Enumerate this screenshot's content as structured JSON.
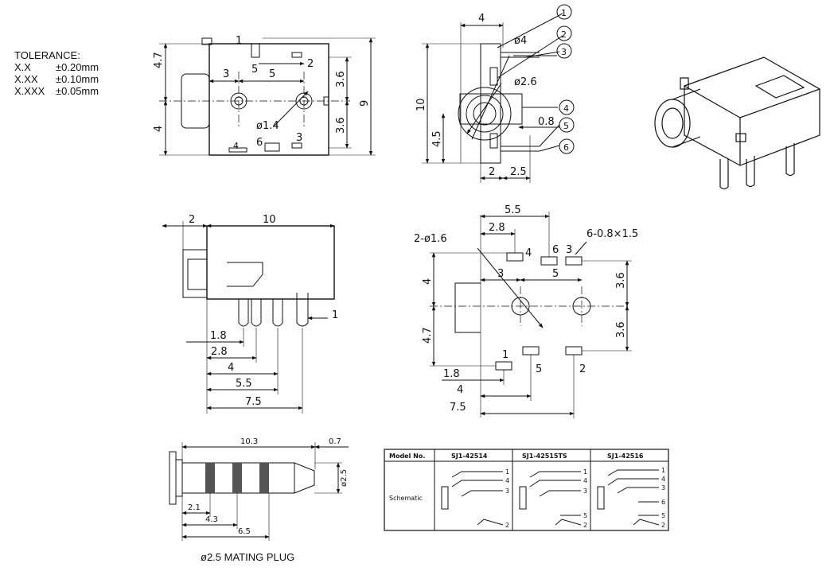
{
  "tolerance": {
    "title": "TOLERANCE:",
    "rows": [
      {
        "label": "X.X",
        "value": "±0.20mm"
      },
      {
        "label": "X.XX",
        "value": "±0.10mm"
      },
      {
        "label": "X.XXX",
        "value": "±0.05mm"
      }
    ]
  },
  "front_view": {
    "dims": [
      "4.7",
      "4",
      "1",
      "5",
      "3",
      "5",
      "2",
      "3.6",
      "3.6",
      "9",
      "ø1.4",
      "4",
      "6",
      "3"
    ]
  },
  "side_view": {
    "dims": [
      "4",
      "ø4",
      "ø2.6",
      "10",
      "4.5",
      "0.8",
      "2",
      "2.5"
    ],
    "callouts": [
      "1",
      "2",
      "3",
      "4",
      "5",
      "6"
    ]
  },
  "bottom_view": {
    "dims": [
      "2",
      "10",
      "1",
      "1.8",
      "2.8",
      "4",
      "5.5",
      "7.5"
    ]
  },
  "pcb_layout": {
    "dims": [
      "5.5",
      "2.8",
      "2-ø1.6",
      "6-0.8×1.5",
      "4",
      "6",
      "3",
      "3",
      "5",
      "4",
      "3.6",
      "4.7",
      "3.6",
      "1",
      "5",
      "2",
      "1.8",
      "4",
      "7.5"
    ]
  },
  "plug": {
    "dims": [
      "10.3",
      "0.7",
      "ø2.5",
      "2.1",
      "4.3",
      "6.5"
    ],
    "caption": "ø2.5 MATING PLUG"
  },
  "table": {
    "header_label": "Model No.",
    "models": [
      "SJ1-42514",
      "SJ1-42515TS",
      "SJ1-42516"
    ],
    "row_label": "Schematic",
    "pins": [
      [
        "1",
        "4",
        "3",
        "2"
      ],
      [
        "1",
        "4",
        "3",
        "5",
        "2"
      ],
      [
        "1",
        "4",
        "3",
        "6",
        "5",
        "2"
      ]
    ]
  }
}
